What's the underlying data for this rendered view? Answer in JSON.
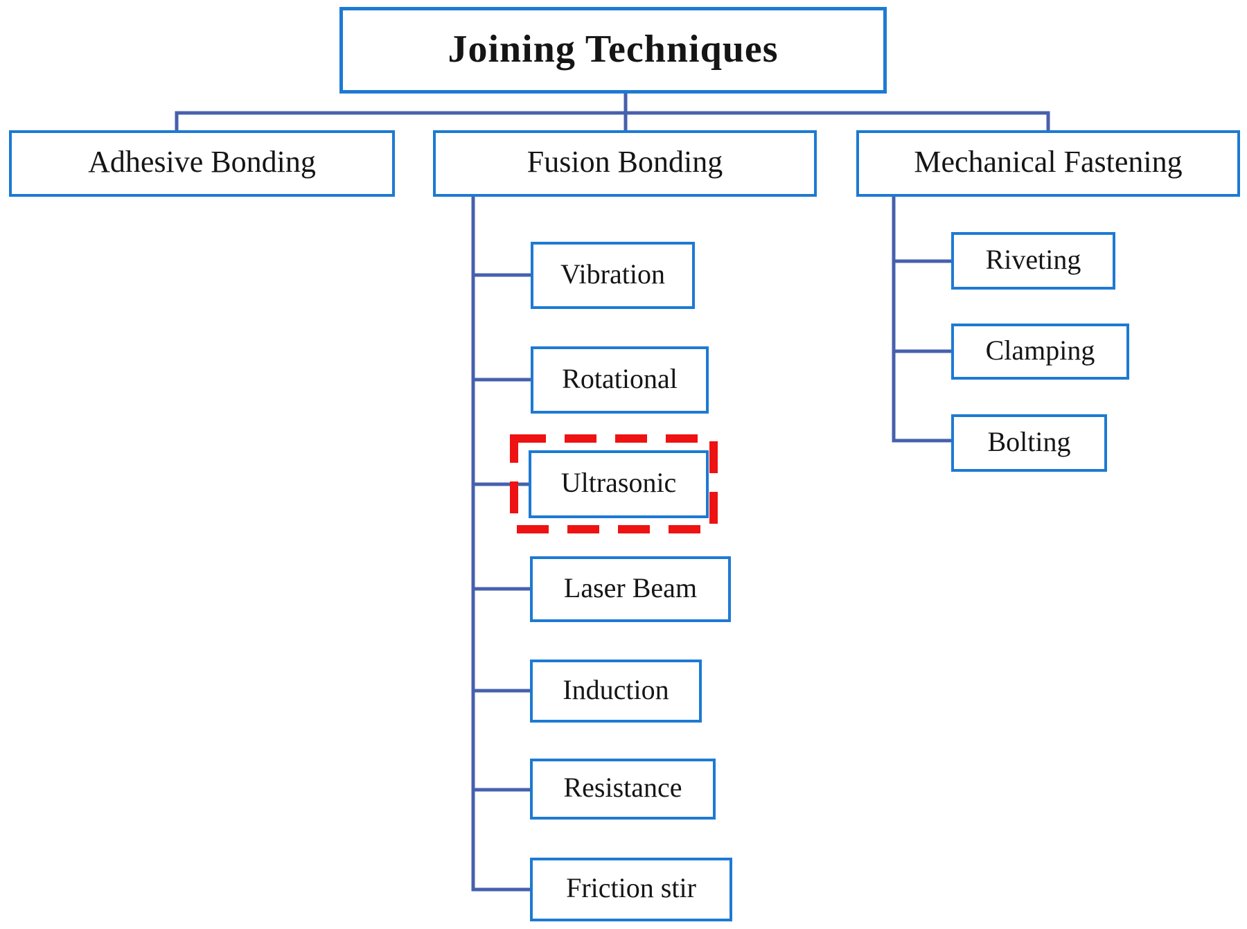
{
  "diagram": {
    "title": "Joining Techniques",
    "branches": [
      {
        "label": "Adhesive Bonding",
        "children": []
      },
      {
        "label": "Fusion Bonding",
        "children": [
          "Vibration",
          "Rotational",
          "Ultrasonic",
          "Laser Beam",
          "Induction",
          "Resistance",
          "Friction stir"
        ]
      },
      {
        "label": "Mechanical Fastening",
        "children": [
          "Riveting",
          "Clamping",
          "Bolting"
        ]
      }
    ],
    "highlighted_node": "Ultrasonic",
    "colors": {
      "box_border": "#1d7ad3",
      "connector": "#4760ad",
      "highlight": "#ee1212",
      "text": "#151515",
      "background": "#ffffff"
    }
  }
}
